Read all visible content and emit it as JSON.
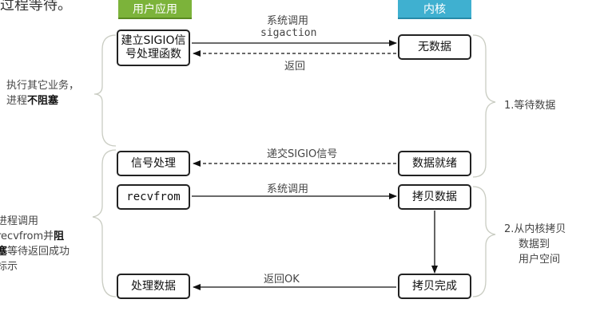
{
  "top_text": "过程等待。",
  "headers": {
    "user": "用户应用",
    "kernel": "内核"
  },
  "boxes": {
    "setup_sigio": "建立SIGIO信号处理函数",
    "no_data": "无数据",
    "signal_handle": "信号处理",
    "data_ready": "数据就绪",
    "recvfrom": "recvfrom",
    "copy_data": "拷贝数据",
    "process_data": "处理数据",
    "copy_done": "拷贝完成"
  },
  "arrows": {
    "syscall_line1": "系统调用",
    "syscall_line2": "sigaction",
    "return": "返回",
    "deliver_sigio": "递交SIGIO信号",
    "syscall": "系统调用",
    "return_ok": "返回OK"
  },
  "left_notes": {
    "phase1_line1": "执行其它业务，",
    "phase1_line2_pre": "进程",
    "phase1_line2_bold": "不阻塞",
    "phase2_line1": "进程调用",
    "phase2_line2_pre": "recvfrom并",
    "phase2_line2_bold": "阻",
    "phase2_line3_bold": "塞",
    "phase2_line3_post": "等待返回成功",
    "phase2_line4": "标示"
  },
  "right_notes": {
    "phase1": "1.等待数据",
    "phase2_line1": "2.从内核拷贝",
    "phase2_line2": "数据到",
    "phase2_line3": "用户空间"
  }
}
